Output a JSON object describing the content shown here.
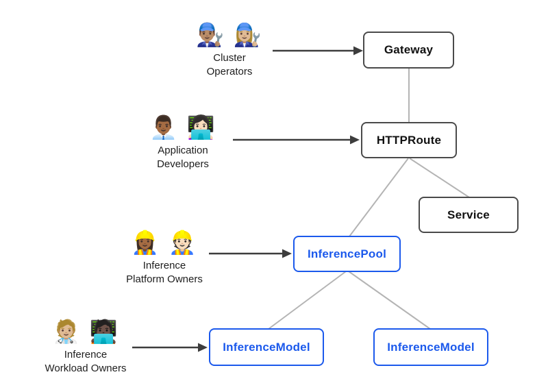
{
  "diagram": {
    "background": "#ffffff",
    "colors": {
      "background": "#ffffff",
      "core_border": "#4a4a4a",
      "core_text": "#111111",
      "inference_border": "#1b59ec",
      "inference_text": "#1b59ec",
      "arrow": "#3d3d3d",
      "connector": "#b4b4b4",
      "label_text": "#1d1d1d"
    },
    "actors": [
      {
        "id": "cluster-operators",
        "emoji": "👨🏽‍🔧 👩🏼‍🔧",
        "emoji_names": "man-mechanic-icon woman-mechanic-icon",
        "label_lines": [
          "Cluster",
          "Operators"
        ],
        "points_to": "Gateway"
      },
      {
        "id": "application-developers",
        "emoji": "👨🏾‍💼 👩🏻‍💻",
        "emoji_names": "man-office-worker-icon woman-technologist-icon",
        "label_lines": [
          "Application",
          "Developers"
        ],
        "points_to": "HTTPRoute"
      },
      {
        "id": "inference-platform-owners",
        "emoji": "👷🏾‍♀️ 👷🏻",
        "emoji_names": "woman-construction-worker-icon man-construction-worker-icon",
        "label_lines": [
          "Inference",
          "Platform Owners"
        ],
        "points_to": "InferencePool"
      },
      {
        "id": "inference-workload-owners",
        "emoji": "🧑🏼‍⚕️ 🧑🏿‍💻",
        "emoji_names": "health-worker-icon technologist-icon",
        "label_lines": [
          "Inference",
          "Workload Owners"
        ],
        "points_to": "InferenceModel"
      }
    ],
    "nodes": [
      {
        "id": "gateway",
        "label": "Gateway",
        "type": "core"
      },
      {
        "id": "httproute",
        "label": "HTTPRoute",
        "type": "core"
      },
      {
        "id": "service",
        "label": "Service",
        "type": "core"
      },
      {
        "id": "inferencepool",
        "label": "InferencePool",
        "type": "inference"
      },
      {
        "id": "inferencemodel-left",
        "label": "InferenceModel",
        "type": "inference"
      },
      {
        "id": "inferencemodel-right",
        "label": "InferenceModel",
        "type": "inference"
      }
    ],
    "edges": [
      {
        "from": "Gateway",
        "to": "HTTPRoute"
      },
      {
        "from": "HTTPRoute",
        "to": "InferencePool"
      },
      {
        "from": "HTTPRoute",
        "to": "Service"
      },
      {
        "from": "InferencePool",
        "to": "InferenceModel (left)"
      },
      {
        "from": "InferencePool",
        "to": "InferenceModel (right)"
      }
    ]
  }
}
